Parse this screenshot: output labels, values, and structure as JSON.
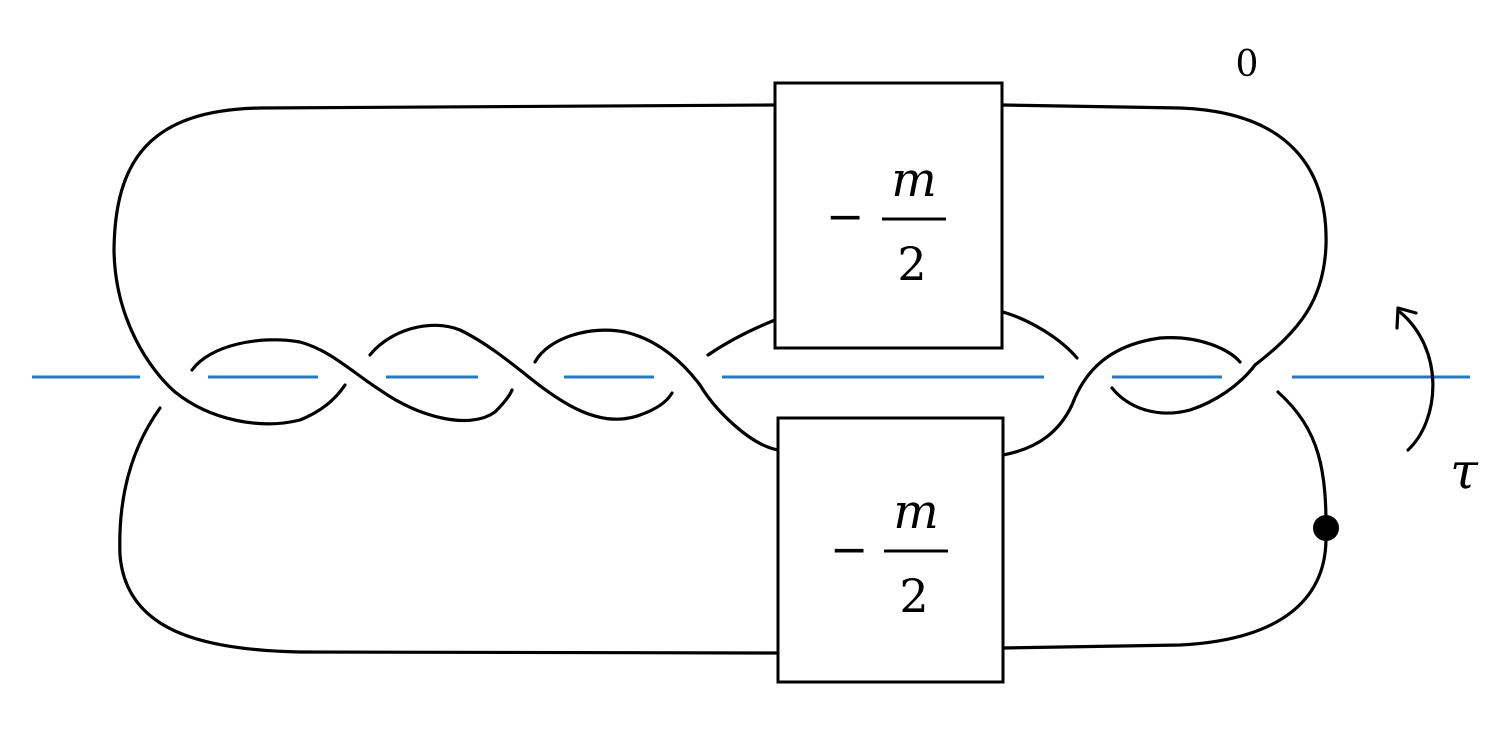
{
  "framing_label": "0",
  "box_top": {
    "sign": "−",
    "numerator": "m",
    "denominator": "2"
  },
  "box_bottom": {
    "sign": "−",
    "numerator": "m",
    "denominator": "2"
  },
  "rotation_label": "τ",
  "colors": {
    "axis": "#1f78d1",
    "knot": "#000000"
  }
}
